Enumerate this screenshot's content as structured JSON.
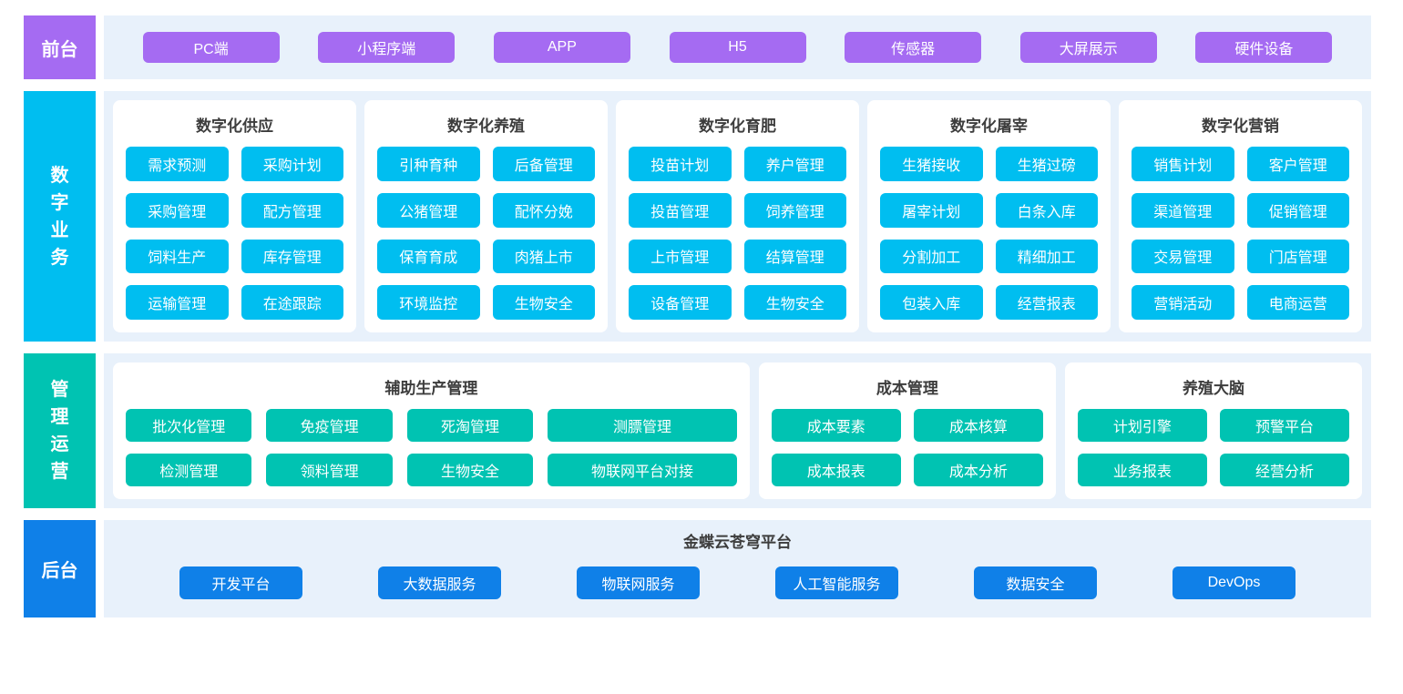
{
  "colors": {
    "purple": "#A56BF2",
    "cyan": "#00BEF0",
    "teal": "#00C3B2",
    "blue": "#0F80E8",
    "band_bg": "#E8F1FB",
    "card_bg": "#FFFFFF",
    "title_text": "#3D3D3D",
    "button_text": "#FFFFFF"
  },
  "frontend": {
    "label": "前台",
    "items": [
      "PC端",
      "小程序端",
      "APP",
      "H5",
      "传感器",
      "大屏展示",
      "硬件设备"
    ]
  },
  "digital_business": {
    "label": "数字业务",
    "cards": [
      {
        "title": "数字化供应",
        "items": [
          "需求预测",
          "采购计划",
          "采购管理",
          "配方管理",
          "饲料生产",
          "库存管理",
          "运输管理",
          "在途跟踪"
        ]
      },
      {
        "title": "数字化养殖",
        "items": [
          "引种育种",
          "后备管理",
          "公猪管理",
          "配怀分娩",
          "保育育成",
          "肉猪上市",
          "环境监控",
          "生物安全"
        ]
      },
      {
        "title": "数字化育肥",
        "items": [
          "投苗计划",
          "养户管理",
          "投苗管理",
          "饲养管理",
          "上市管理",
          "结算管理",
          "设备管理",
          "生物安全"
        ]
      },
      {
        "title": "数字化屠宰",
        "items": [
          "生猪接收",
          "生猪过磅",
          "屠宰计划",
          "白条入库",
          "分割加工",
          "精细加工",
          "包装入库",
          "经营报表"
        ]
      },
      {
        "title": "数字化营销",
        "items": [
          "销售计划",
          "客户管理",
          "渠道管理",
          "促销管理",
          "交易管理",
          "门店管理",
          "营销活动",
          "电商运营"
        ]
      }
    ]
  },
  "management_operations": {
    "label": "管理运营",
    "cards": [
      {
        "title": "辅助生产管理",
        "items": [
          "批次化管理",
          "免疫管理",
          "死淘管理",
          "测膘管理",
          "检测管理",
          "领料管理",
          "生物安全",
          "物联网平台对接"
        ]
      },
      {
        "title": "成本管理",
        "items": [
          "成本要素",
          "成本核算",
          "成本报表",
          "成本分析"
        ]
      },
      {
        "title": "养殖大脑",
        "items": [
          "计划引擎",
          "预警平台",
          "业务报表",
          "经营分析"
        ]
      }
    ]
  },
  "backend": {
    "label": "后台",
    "platform_title": "金蝶云苍穹平台",
    "items": [
      "开发平台",
      "大数据服务",
      "物联网服务",
      "人工智能服务",
      "数据安全",
      "DevOps"
    ]
  }
}
